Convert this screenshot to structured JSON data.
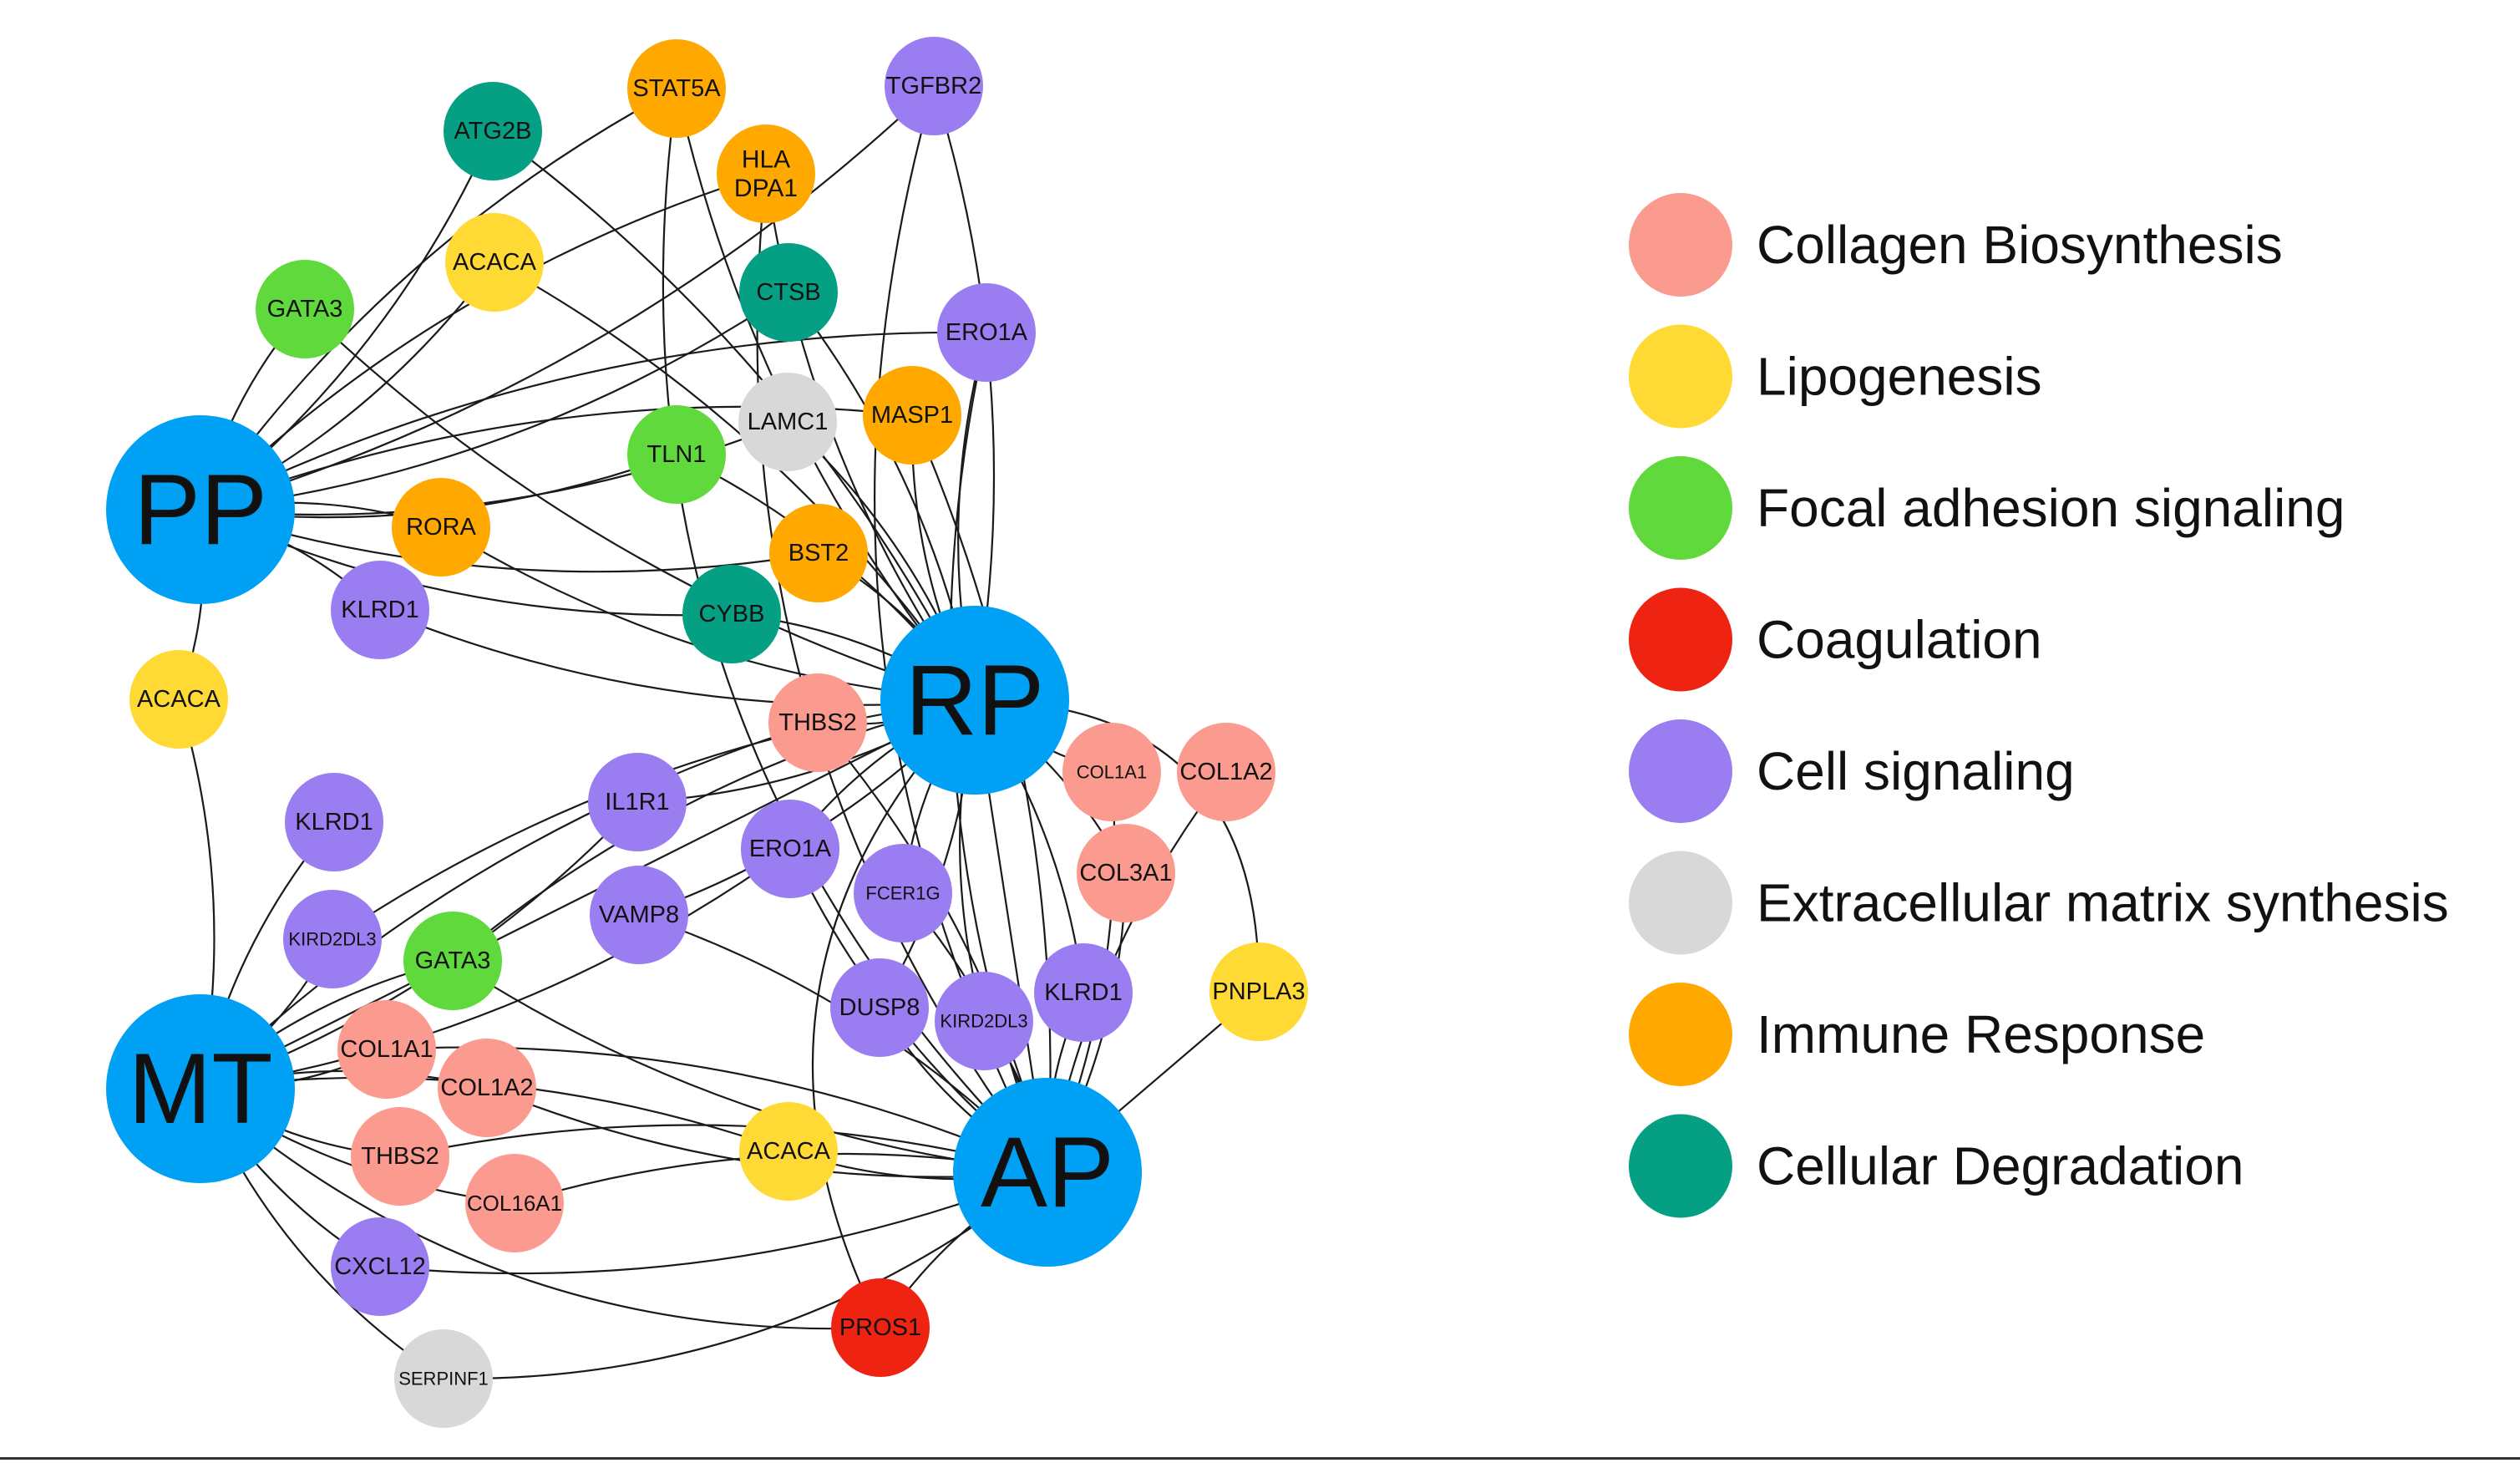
{
  "categories": [
    {
      "key": "collagen",
      "label": "Collagen Biosynthesis",
      "color": "#FB9A8F"
    },
    {
      "key": "lipogenesis",
      "label": "Lipogenesis",
      "color": "#FFD934"
    },
    {
      "key": "focal",
      "label": "Focal adhesion signaling",
      "color": "#5FD93C"
    },
    {
      "key": "coagulation",
      "label": "Coagulation",
      "color": "#EE2311"
    },
    {
      "key": "cellsig",
      "label": "Cell signaling",
      "color": "#9A7DF1"
    },
    {
      "key": "ecm",
      "label": "Extracellular matrix synthesis",
      "color": "#D8D8D8"
    },
    {
      "key": "immune",
      "label": "Immune Response",
      "color": "#FFA900"
    },
    {
      "key": "degradation",
      "label": "Cellular Degradation",
      "color": "#05A084"
    }
  ],
  "hub_color": "#00A1F4",
  "hubs": [
    {
      "id": "PP",
      "label": "PP"
    },
    {
      "id": "RP",
      "label": "RP"
    },
    {
      "id": "MT",
      "label": "MT"
    },
    {
      "id": "AP",
      "label": "AP"
    }
  ],
  "nodes": [
    {
      "id": "ATG2B",
      "label": "ATG2B",
      "cat": "degradation"
    },
    {
      "id": "STAT5A",
      "label": "STAT5A",
      "cat": "immune"
    },
    {
      "id": "TGFBR2",
      "label": "TGFBR2",
      "cat": "cellsig"
    },
    {
      "id": "HLADPA1",
      "label": [
        "HLA",
        "DPA1"
      ],
      "cat": "immune"
    },
    {
      "id": "ACACA_t",
      "label": "ACACA",
      "cat": "lipogenesis"
    },
    {
      "id": "GATA3_t",
      "label": "GATA3",
      "cat": "focal"
    },
    {
      "id": "CTSB",
      "label": "CTSB",
      "cat": "degradation"
    },
    {
      "id": "ERO1A_t",
      "label": "ERO1A",
      "cat": "cellsig"
    },
    {
      "id": "LAMC1",
      "label": "LAMC1",
      "cat": "ecm"
    },
    {
      "id": "MASP1",
      "label": "MASP1",
      "cat": "immune"
    },
    {
      "id": "TLN1",
      "label": "TLN1",
      "cat": "focal"
    },
    {
      "id": "RORA",
      "label": "RORA",
      "cat": "immune"
    },
    {
      "id": "BST2",
      "label": "BST2",
      "cat": "immune"
    },
    {
      "id": "KLRD1_pp",
      "label": "KLRD1",
      "cat": "cellsig"
    },
    {
      "id": "CYBB",
      "label": "CYBB",
      "cat": "degradation"
    },
    {
      "id": "ACACA_l",
      "label": "ACACA",
      "cat": "lipogenesis"
    },
    {
      "id": "THBS2_r",
      "label": "THBS2",
      "cat": "collagen"
    },
    {
      "id": "COL1A1_r",
      "label": "COL1A1",
      "cat": "collagen"
    },
    {
      "id": "COL1A2_r",
      "label": "COL1A2",
      "cat": "collagen"
    },
    {
      "id": "KLRD1_mt",
      "label": "KLRD1",
      "cat": "cellsig"
    },
    {
      "id": "IL1R1",
      "label": "IL1R1",
      "cat": "cellsig"
    },
    {
      "id": "ERO1A_m",
      "label": "ERO1A",
      "cat": "cellsig"
    },
    {
      "id": "COL3A1",
      "label": "COL3A1",
      "cat": "collagen"
    },
    {
      "id": "FCER1G",
      "label": "FCER1G",
      "cat": "cellsig"
    },
    {
      "id": "KIRD2DL3_l",
      "label": "KIRD2DL3",
      "cat": "cellsig"
    },
    {
      "id": "GATA3_m",
      "label": "GATA3",
      "cat": "focal"
    },
    {
      "id": "VAMP8",
      "label": "VAMP8",
      "cat": "cellsig"
    },
    {
      "id": "PNPLA3",
      "label": "PNPLA3",
      "cat": "lipogenesis"
    },
    {
      "id": "DUSP8",
      "label": "DUSP8",
      "cat": "cellsig"
    },
    {
      "id": "KIRD2DL3_r",
      "label": "KIRD2DL3",
      "cat": "cellsig"
    },
    {
      "id": "KLRD1_ap",
      "label": "KLRD1",
      "cat": "cellsig"
    },
    {
      "id": "COL1A1_m",
      "label": "COL1A1",
      "cat": "collagen"
    },
    {
      "id": "COL1A2_m",
      "label": "COL1A2",
      "cat": "collagen"
    },
    {
      "id": "THBS2_m",
      "label": "THBS2",
      "cat": "collagen"
    },
    {
      "id": "ACACA_b",
      "label": "ACACA",
      "cat": "lipogenesis"
    },
    {
      "id": "COL16A1",
      "label": "COL16A1",
      "cat": "collagen"
    },
    {
      "id": "CXCL12",
      "label": "CXCL12",
      "cat": "cellsig"
    },
    {
      "id": "PROS1",
      "label": "PROS1",
      "cat": "coagulation"
    },
    {
      "id": "SERPINF1",
      "label": "SERPINF1",
      "cat": "ecm"
    }
  ],
  "edges": [
    [
      "PP",
      "ATG2B"
    ],
    [
      "PP",
      "STAT5A"
    ],
    [
      "PP",
      "TGFBR2"
    ],
    [
      "PP",
      "HLADPA1"
    ],
    [
      "PP",
      "ACACA_t"
    ],
    [
      "PP",
      "GATA3_t"
    ],
    [
      "PP",
      "CTSB"
    ],
    [
      "PP",
      "ERO1A_t"
    ],
    [
      "PP",
      "LAMC1"
    ],
    [
      "PP",
      "MASP1"
    ],
    [
      "PP",
      "TLN1"
    ],
    [
      "PP",
      "RORA"
    ],
    [
      "PP",
      "BST2"
    ],
    [
      "PP",
      "KLRD1_pp"
    ],
    [
      "PP",
      "CYBB"
    ],
    [
      "PP",
      "ACACA_l"
    ],
    [
      "RP",
      "ATG2B"
    ],
    [
      "RP",
      "STAT5A"
    ],
    [
      "RP",
      "TGFBR2"
    ],
    [
      "RP",
      "HLADPA1"
    ],
    [
      "RP",
      "ACACA_t"
    ],
    [
      "RP",
      "GATA3_t"
    ],
    [
      "RP",
      "CTSB"
    ],
    [
      "RP",
      "ERO1A_t"
    ],
    [
      "RP",
      "LAMC1"
    ],
    [
      "RP",
      "MASP1"
    ],
    [
      "RP",
      "TLN1"
    ],
    [
      "RP",
      "RORA"
    ],
    [
      "RP",
      "BST2"
    ],
    [
      "RP",
      "KLRD1_pp"
    ],
    [
      "RP",
      "CYBB"
    ],
    [
      "RP",
      "THBS2_r"
    ],
    [
      "RP",
      "COL1A1_r"
    ],
    [
      "RP",
      "IL1R1"
    ],
    [
      "RP",
      "ERO1A_m"
    ],
    [
      "RP",
      "COL3A1"
    ],
    [
      "RP",
      "FCER1G"
    ],
    [
      "RP",
      "DUSP8"
    ],
    [
      "RP",
      "KIRD2DL3_r"
    ],
    [
      "RP",
      "KLRD1_ap"
    ],
    [
      "RP",
      "GATA3_m"
    ],
    [
      "RP",
      "VAMP8"
    ],
    [
      "RP",
      "KIRD2DL3_l"
    ],
    [
      "RP",
      "PNPLA3"
    ],
    [
      "RP",
      "MT"
    ],
    [
      "RP",
      "PROS1"
    ],
    [
      "MT",
      "ACACA_l"
    ],
    [
      "MT",
      "KLRD1_mt"
    ],
    [
      "MT",
      "KIRD2DL3_l"
    ],
    [
      "MT",
      "GATA3_m"
    ],
    [
      "MT",
      "IL1R1"
    ],
    [
      "MT",
      "THBS2_r"
    ],
    [
      "MT",
      "COL1A1_m"
    ],
    [
      "MT",
      "COL1A2_m"
    ],
    [
      "MT",
      "THBS2_m"
    ],
    [
      "MT",
      "ACACA_b"
    ],
    [
      "MT",
      "COL16A1"
    ],
    [
      "MT",
      "CXCL12"
    ],
    [
      "MT",
      "SERPINF1"
    ],
    [
      "MT",
      "PROS1"
    ],
    [
      "MT",
      "ERO1A_m"
    ],
    [
      "AP",
      "ERO1A_t"
    ],
    [
      "AP",
      "TGFBR2"
    ],
    [
      "AP",
      "STAT5A"
    ],
    [
      "AP",
      "MASP1"
    ],
    [
      "AP",
      "HLADPA1"
    ],
    [
      "AP",
      "COL1A1_r"
    ],
    [
      "AP",
      "COL1A2_r"
    ],
    [
      "AP",
      "COL3A1"
    ],
    [
      "AP",
      "PNPLA3"
    ],
    [
      "AP",
      "THBS2_r"
    ],
    [
      "AP",
      "ERO1A_m"
    ],
    [
      "AP",
      "FCER1G"
    ],
    [
      "AP",
      "DUSP8"
    ],
    [
      "AP",
      "KIRD2DL3_r"
    ],
    [
      "AP",
      "KLRD1_ap"
    ],
    [
      "AP",
      "COL1A1_m"
    ],
    [
      "AP",
      "COL1A2_m"
    ],
    [
      "AP",
      "THBS2_m"
    ],
    [
      "AP",
      "ACACA_b"
    ],
    [
      "AP",
      "COL16A1"
    ],
    [
      "AP",
      "CXCL12"
    ],
    [
      "AP",
      "PROS1"
    ],
    [
      "AP",
      "SERPINF1"
    ],
    [
      "AP",
      "VAMP8"
    ],
    [
      "AP",
      "GATA3_m"
    ],
    [
      "AP",
      "RP"
    ]
  ]
}
